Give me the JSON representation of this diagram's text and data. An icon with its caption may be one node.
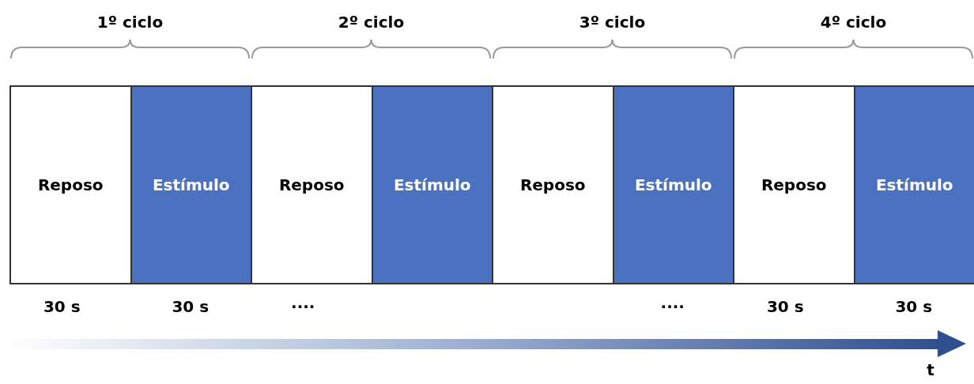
{
  "diagram": {
    "nodes": [
      {
        "text": [
          "Reposo"
        ],
        "beside": [
          "30 s"
        ]
      },
      {
        "text": [
          "Estímulo"
        ],
        "beside": [
          "30 s"
        ]
      },
      {
        "text": [
          "Reposo"
        ],
        "beside": [
          "····"
        ]
      },
      {
        "text": [
          "Estímulo"
        ]
      },
      {
        "text": [
          "Reposo"
        ]
      },
      {
        "text": [
          "Estímulo"
        ],
        "beside": [
          "····"
        ]
      },
      {
        "text": [
          "Reposo"
        ],
        "beside": [
          "30 s"
        ]
      },
      {
        "text": [
          "Estímulo"
        ],
        "beside": [
          "30 s"
        ]
      }
    ],
    "labels": [
      "1º ciclo",
      "2º ciclo",
      "3º ciclo",
      "4º ciclo",
      "t"
    ]
  }
}
